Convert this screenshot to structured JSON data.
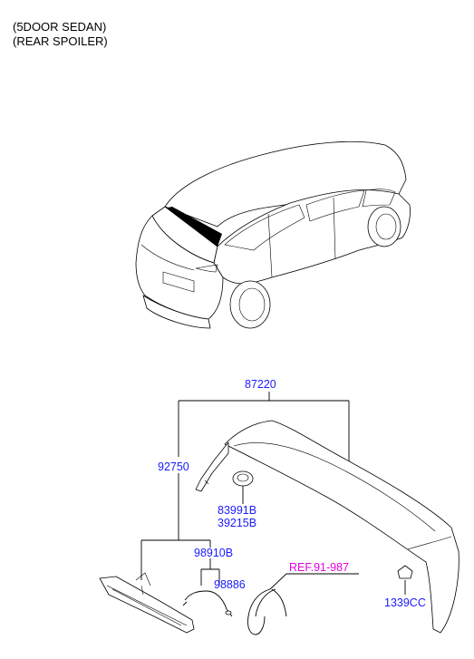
{
  "header": {
    "line1": "(5DOOR SEDAN)",
    "line2": "(REAR SPOILER)"
  },
  "parts": {
    "p87220": "87220",
    "p92750": "92750",
    "p83991B": "83991B",
    "p39215B": "39215B",
    "p98910B": "98910B",
    "p98886": "98886",
    "p1339CC": "1339CC"
  },
  "reference": {
    "label": "REF.91-987",
    "color": "#e000e0"
  },
  "colors": {
    "part_number": "#1a1aff",
    "line": "#000000"
  }
}
